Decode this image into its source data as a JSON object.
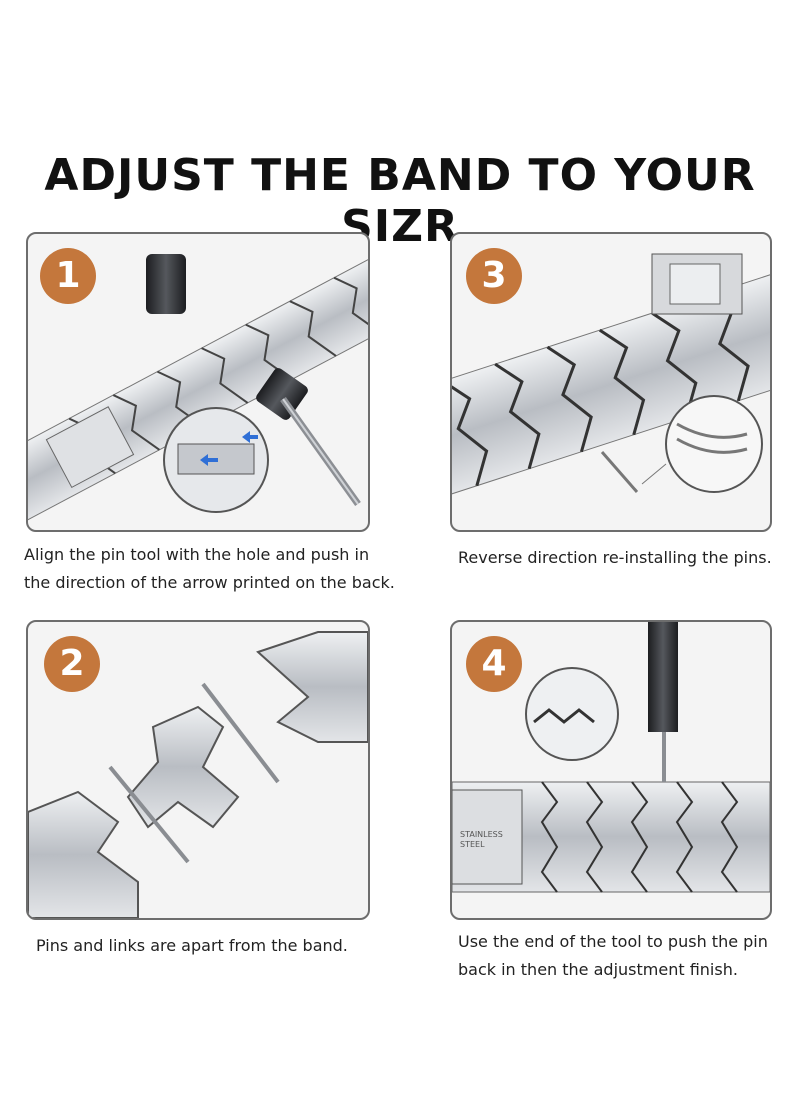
{
  "title": "ADJUST THE BAND TO YOUR SIZR",
  "steps": [
    {
      "number": "1",
      "caption_lines": [
        "Align the pin tool with the hole and push in",
        "the direction of the arrow printed on the back."
      ]
    },
    {
      "number": "2",
      "caption_lines": [
        "Pins and links are apart from the band."
      ]
    },
    {
      "number": "3",
      "caption_lines": [
        "Reverse direction re-installing the pins."
      ]
    },
    {
      "number": "4",
      "caption_lines": [
        "Use the end of the tool to push the pin",
        "back in then the adjustment finish."
      ]
    }
  ],
  "clasp_text": [
    "STAINLESS",
    "STEEL"
  ],
  "colors": {
    "badge": "#c4773c",
    "border": "#6d6d6d",
    "steel": "#c9ccd1",
    "steel_dark": "#4a4d52",
    "arrow": "#2f6fd6"
  }
}
